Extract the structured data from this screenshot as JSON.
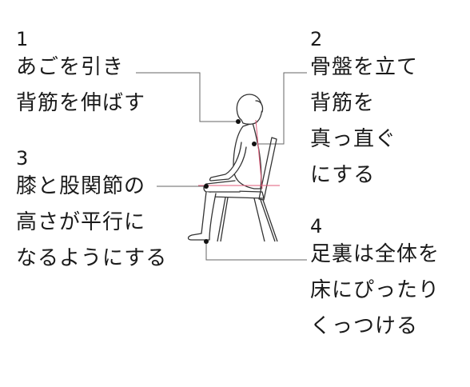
{
  "notes": [
    {
      "id": "1",
      "lines": [
        "あごを引き",
        "背筋を伸ばす"
      ]
    },
    {
      "id": "2",
      "lines": [
        "骨盤を立て",
        "背筋を",
        "真っ直ぐ",
        "にする"
      ]
    },
    {
      "id": "3",
      "lines": [
        "膝と股関節の",
        "高さが平行に",
        "なるようにする"
      ]
    },
    {
      "id": "4",
      "lines": [
        "足裏は全体を",
        "床にぴったり",
        "くっつける"
      ]
    }
  ],
  "colors": {
    "text": "#1a1a1a",
    "leader_line": "#555555",
    "figure_stroke": "#333333",
    "level_line": "#e05a78"
  }
}
